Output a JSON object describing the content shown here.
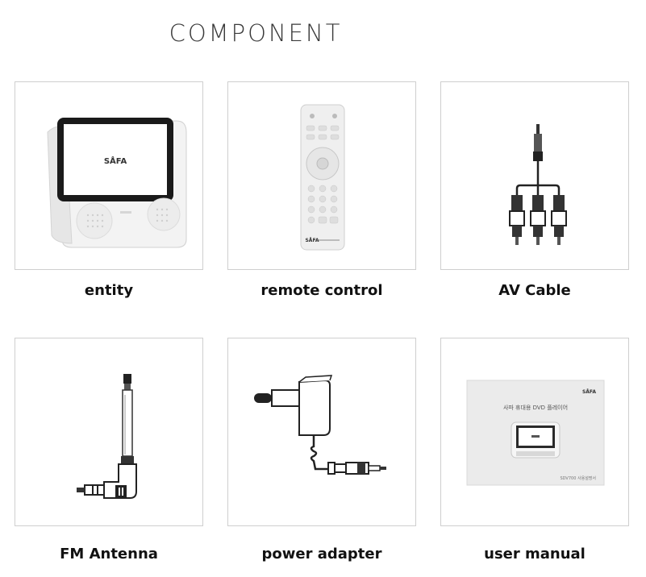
{
  "page": {
    "title": "COMPONENT"
  },
  "items": [
    {
      "label": "entity",
      "icon": "portable-dvd-player-icon",
      "logo": "SÅFA"
    },
    {
      "label": "remote control",
      "icon": "remote-control-icon",
      "logo": "SÅFA"
    },
    {
      "label": "AV Cable",
      "icon": "av-cable-icon"
    },
    {
      "label": "FM Antenna",
      "icon": "fm-antenna-icon"
    },
    {
      "label": "power adapter",
      "icon": "power-adapter-icon"
    },
    {
      "label": "user manual",
      "icon": "user-manual-icon",
      "logo": "SÅFA",
      "manual_title": "사파 휴대용 DVD 플레이어",
      "manual_model": "SDV700 사용설명서"
    }
  ]
}
